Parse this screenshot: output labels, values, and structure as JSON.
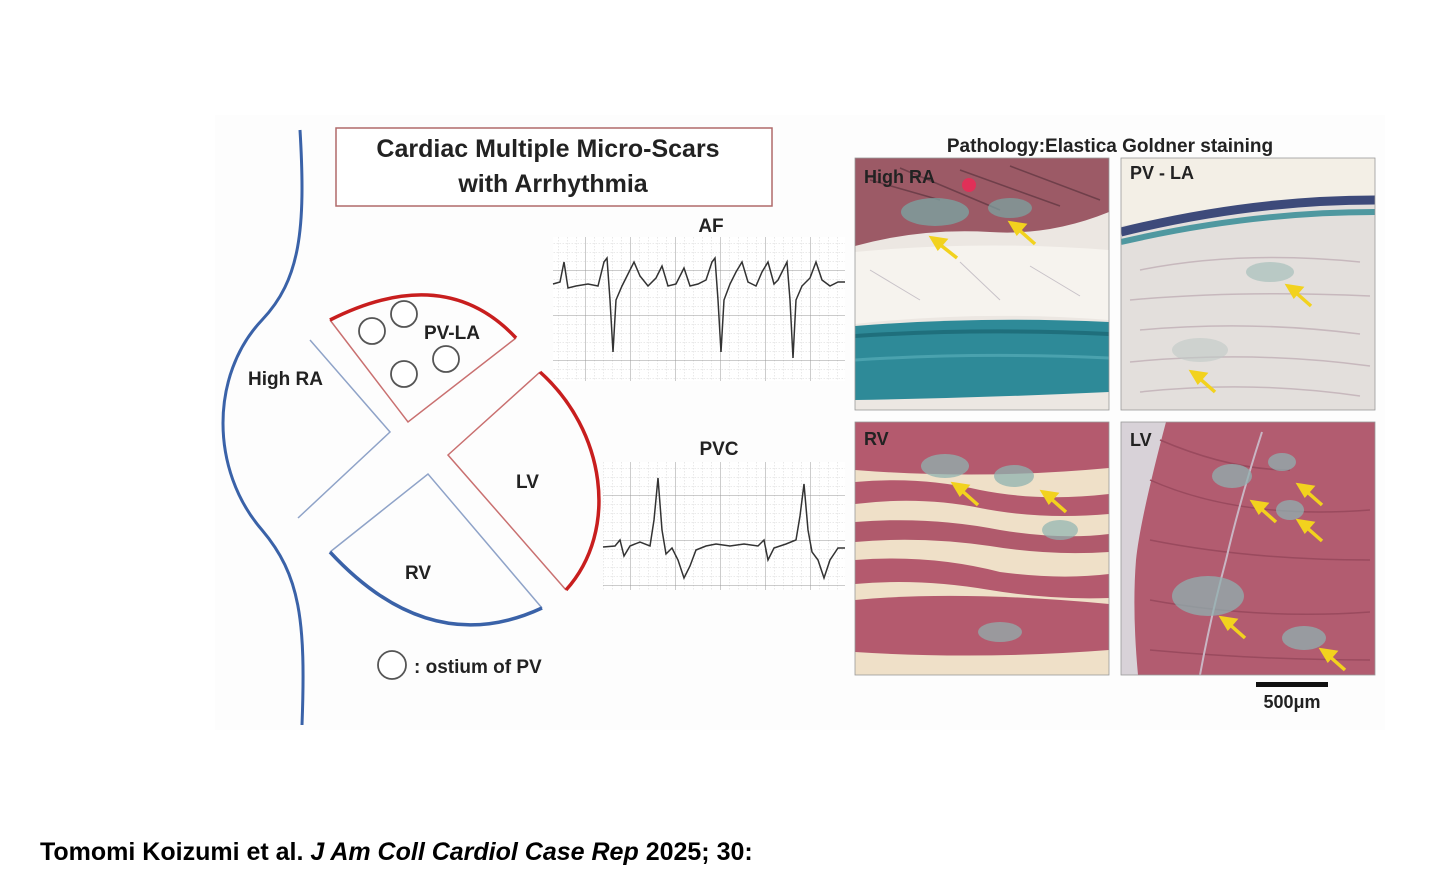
{
  "title": {
    "line1": "Cardiac Multiple Micro-Scars",
    "line2": "with Arrhythmia"
  },
  "heart": {
    "high_ra": "High RA",
    "pv_la": "PV-LA",
    "lv": "LV",
    "rv": "RV"
  },
  "legend": {
    "text": ": ostium of PV"
  },
  "ecg": {
    "af": "AF",
    "pvc": "PVC"
  },
  "pathology": {
    "title": "Pathology:Elastica Goldner staining",
    "panels": {
      "high_ra": "High RA",
      "pv_la": "PV - LA",
      "rv": "RV",
      "lv": "LV"
    },
    "scale_bar": "500μm"
  },
  "citation": {
    "authors": "Tomomi Koizumi et al.",
    "journal": "J Am Coll Cardiol Case Rep",
    "details": "2025; 30:"
  },
  "colors": {
    "blue_outline": "#3a62a8",
    "red_outline": "#c81e1e",
    "pale_red": "#c97070",
    "pale_blue": "#8fa3c8",
    "tissue_red": "#b45a6e",
    "tissue_cream": "#efe0c8",
    "stain_teal": "#2e8a98",
    "arrow_yellow": "#f2d21e"
  }
}
